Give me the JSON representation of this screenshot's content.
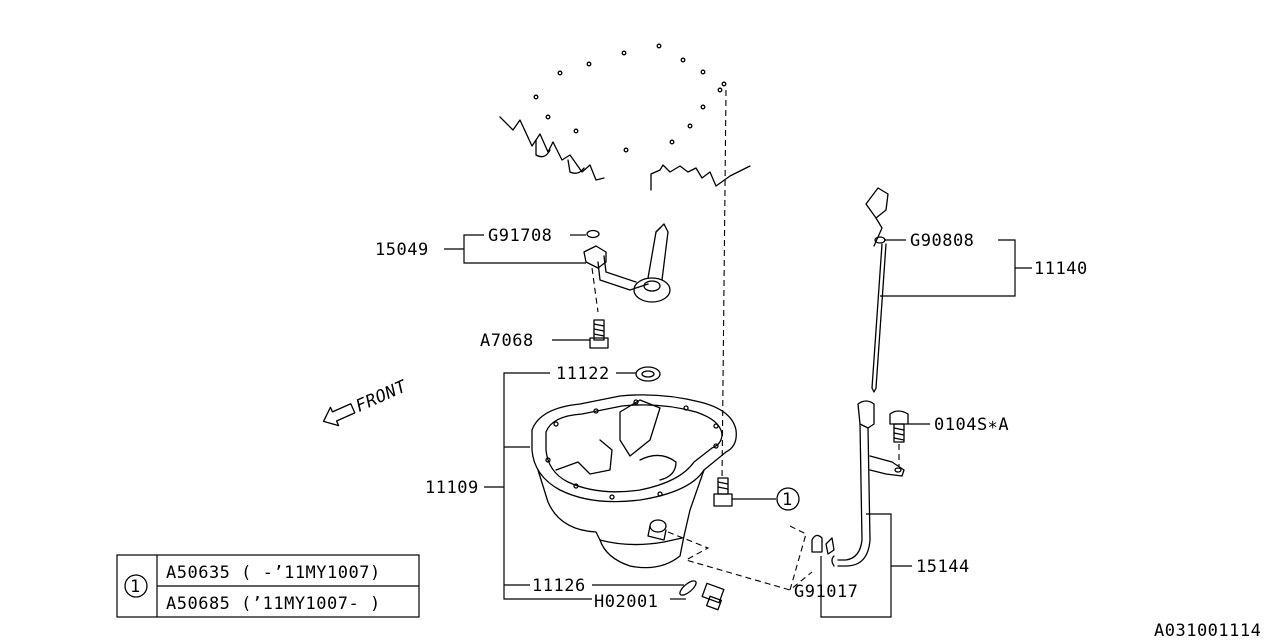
{
  "parts": {
    "p15049": "15049",
    "p91708": "G91708",
    "p7068": "A7068",
    "p11122": "11122",
    "p11109": "11109",
    "p11126": "11126",
    "p02001": "H02001",
    "p90808": "G90808",
    "p11140": "11140",
    "p0104": "0104S∗A",
    "p15144": "15144",
    "p91017": "G91017"
  },
  "front_label": "FRONT",
  "callout_symbol": "1",
  "legend": {
    "symbol": "1",
    "rows": [
      "A50635 ( -’11MY1007)",
      "A50685 (’11MY1007- )"
    ]
  },
  "diagram_id": "A031001114"
}
